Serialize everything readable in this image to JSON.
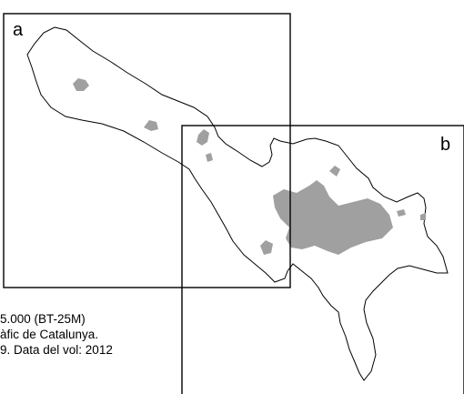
{
  "panels": [
    {
      "label": "a"
    },
    {
      "label": "b"
    }
  ],
  "credits": [
    "5.000 (BT-25M)",
    "àfic de Catalunya.",
    "9. Data del vol: 2012"
  ],
  "colors": {
    "boundary": "#000000",
    "urban_fill": "#a0a0a0",
    "background": "#ffffff"
  }
}
